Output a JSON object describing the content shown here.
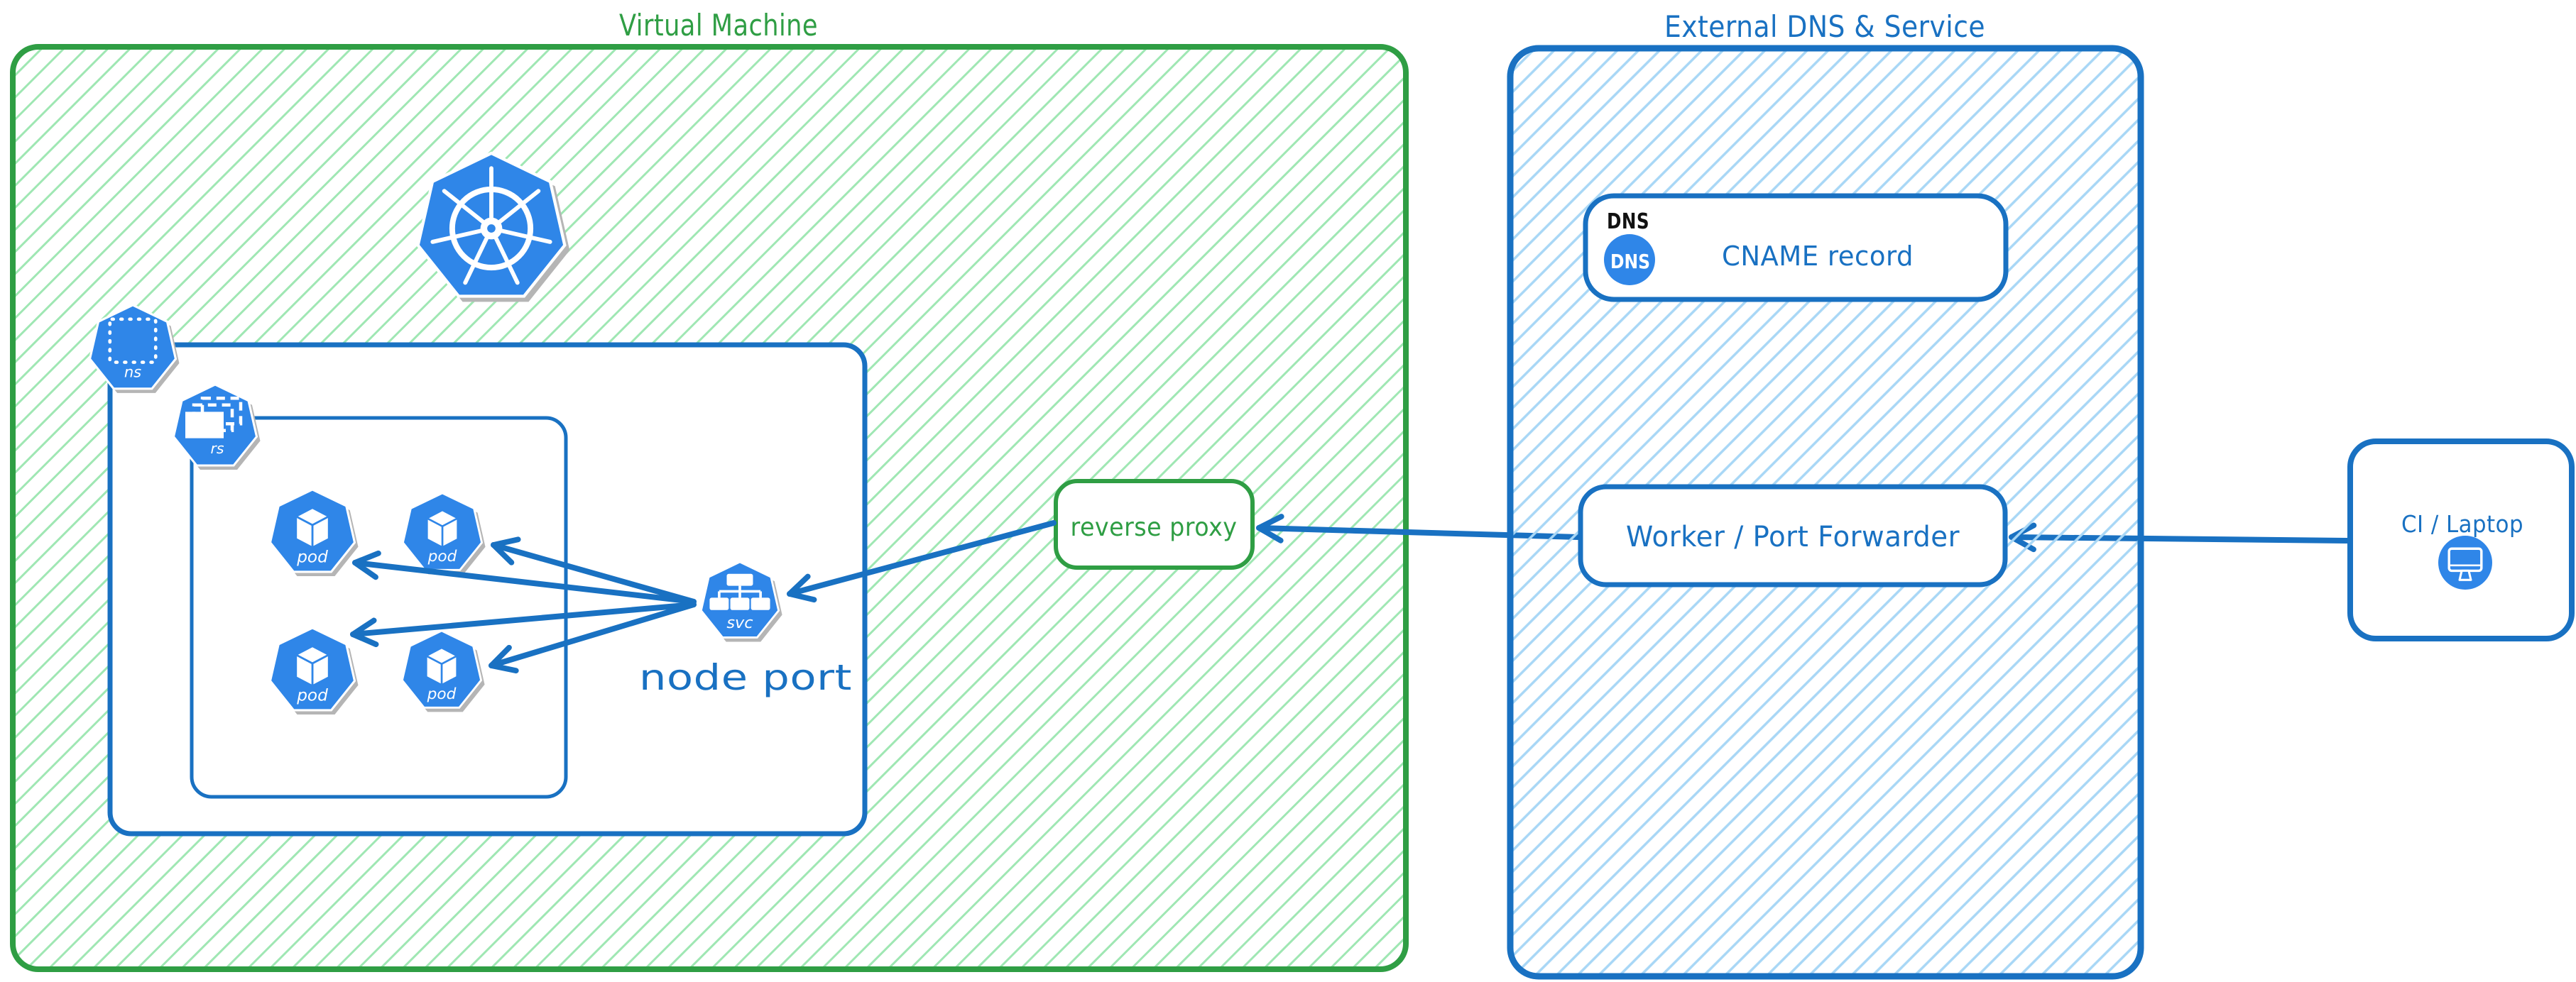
{
  "colors": {
    "green_stroke": "#2f9e44",
    "green_hatch": "#9fe7b3",
    "blue_stroke": "#1971c2",
    "blue_hatch": "#a8d7f6",
    "icon_blue": "#2f86e8",
    "icon_shadow": "#b5b5b5",
    "black_text": "#111111",
    "background": "#ffffff"
  },
  "icons": {
    "kubernetes": "kubernetes-wheel-heptagon",
    "namespace": "dotted-square-heptagon",
    "replicaset": "stacked-squares-heptagon",
    "pod": "cube-heptagon",
    "service": "tree-heptagon",
    "dns": "dns-circle-badge",
    "laptop": "monitor-circle-badge"
  },
  "vm": {
    "title": "Virtual Machine",
    "ns_label": "ns",
    "rs_label": "rs",
    "pod_label": "pod",
    "svc_label": "svc",
    "node_port_label": "node port"
  },
  "reverse_proxy": {
    "label": "reverse proxy"
  },
  "external": {
    "title": "External DNS & Service",
    "dns_tag": "DNS",
    "dns_icon_label": "DNS",
    "cname_label": "CNAME record",
    "worker_label": "Worker / Port Forwarder"
  },
  "ci": {
    "label": "CI / Laptop"
  }
}
